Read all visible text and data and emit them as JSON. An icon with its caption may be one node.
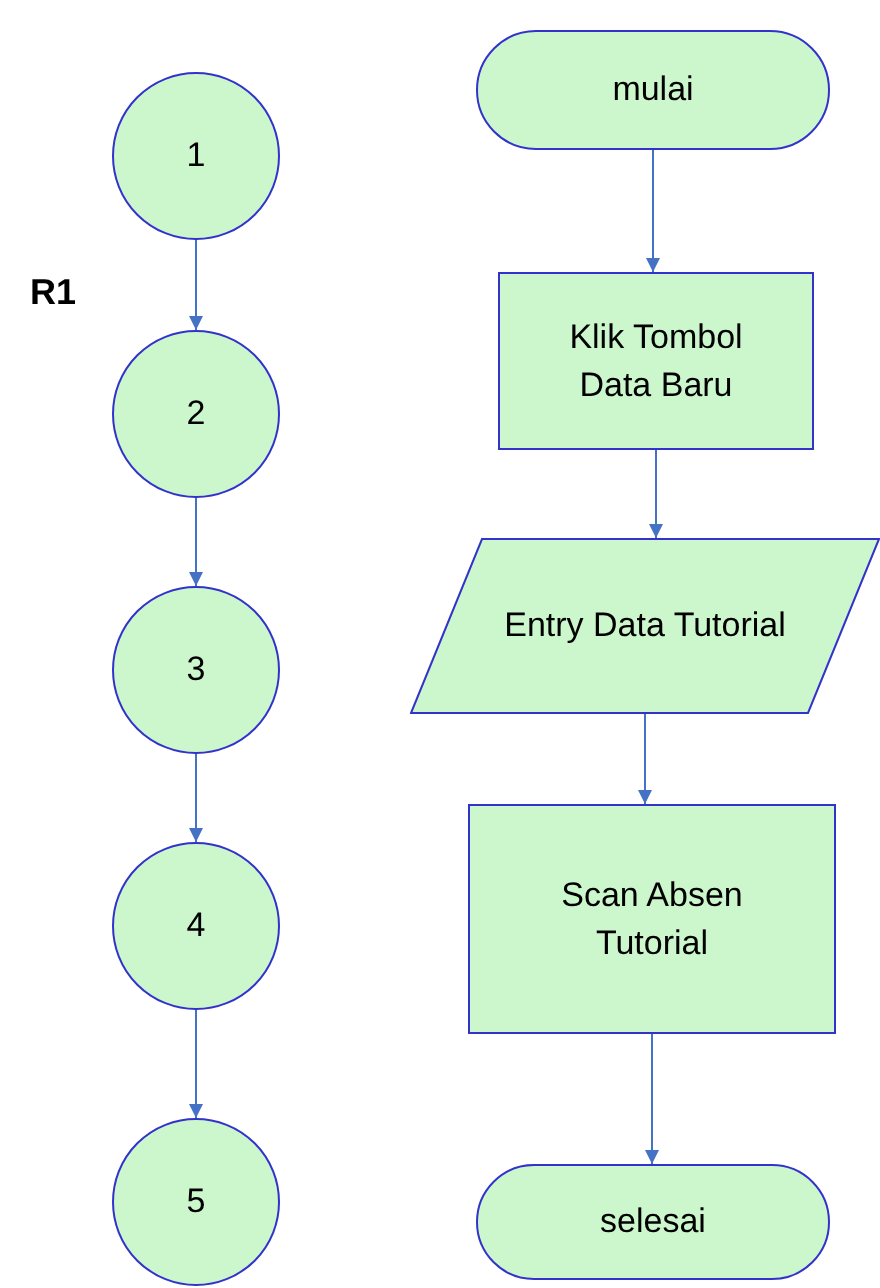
{
  "diagram": {
    "nodes": [
      {
        "text": [
          "1"
        ]
      },
      {
        "text": [
          "2"
        ]
      },
      {
        "text": [
          "3"
        ]
      },
      {
        "text": [
          "4"
        ]
      },
      {
        "text": [
          "5"
        ]
      },
      {
        "text": [
          "mulai"
        ]
      },
      {
        "text": [
          "Klik Tombol Data Baru"
        ]
      },
      {
        "text": [
          "Entry Data Tutorial"
        ]
      },
      {
        "text": [
          "Scan Absen Tutorial"
        ]
      },
      {
        "text": [
          "selesai"
        ]
      }
    ],
    "edges": [
      {
        "from": 0,
        "to": 1,
        "arrow": "to"
      },
      {
        "from": 1,
        "to": 2,
        "arrow": "to"
      },
      {
        "from": 2,
        "to": 3,
        "arrow": "to"
      },
      {
        "from": 3,
        "to": 4,
        "arrow": "to"
      },
      {
        "from": 5,
        "to": 6,
        "arrow": "to"
      },
      {
        "from": 6,
        "to": 7,
        "arrow": "to"
      },
      {
        "from": 7,
        "to": 8,
        "arrow": "to"
      },
      {
        "from": 8,
        "to": 9,
        "arrow": "to"
      }
    ],
    "labels": [
      "R1"
    ]
  }
}
